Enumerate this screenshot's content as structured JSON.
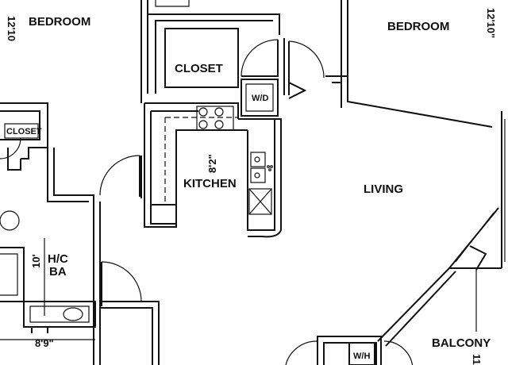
{
  "rooms": {
    "bedroom_left": "BEDROOM",
    "bedroom_right": "BEDROOM",
    "closet_main": "CLOSET",
    "closet_small": "CLOSET",
    "kitchen": "KITCHEN",
    "living": "LIVING",
    "bath_line1": "H/C",
    "bath_line2": "BA",
    "balcony": "BALCONY"
  },
  "fixtures": {
    "washer_dryer": "W/D",
    "water_heater": "W/H"
  },
  "dimensions": {
    "bedroom_left_depth": "12'10",
    "bedroom_right_depth": "12'10\"",
    "kitchen": "8'2\"",
    "bath_depth": "10'",
    "bath_width": "8'9\"",
    "balcony_edge": "11"
  }
}
